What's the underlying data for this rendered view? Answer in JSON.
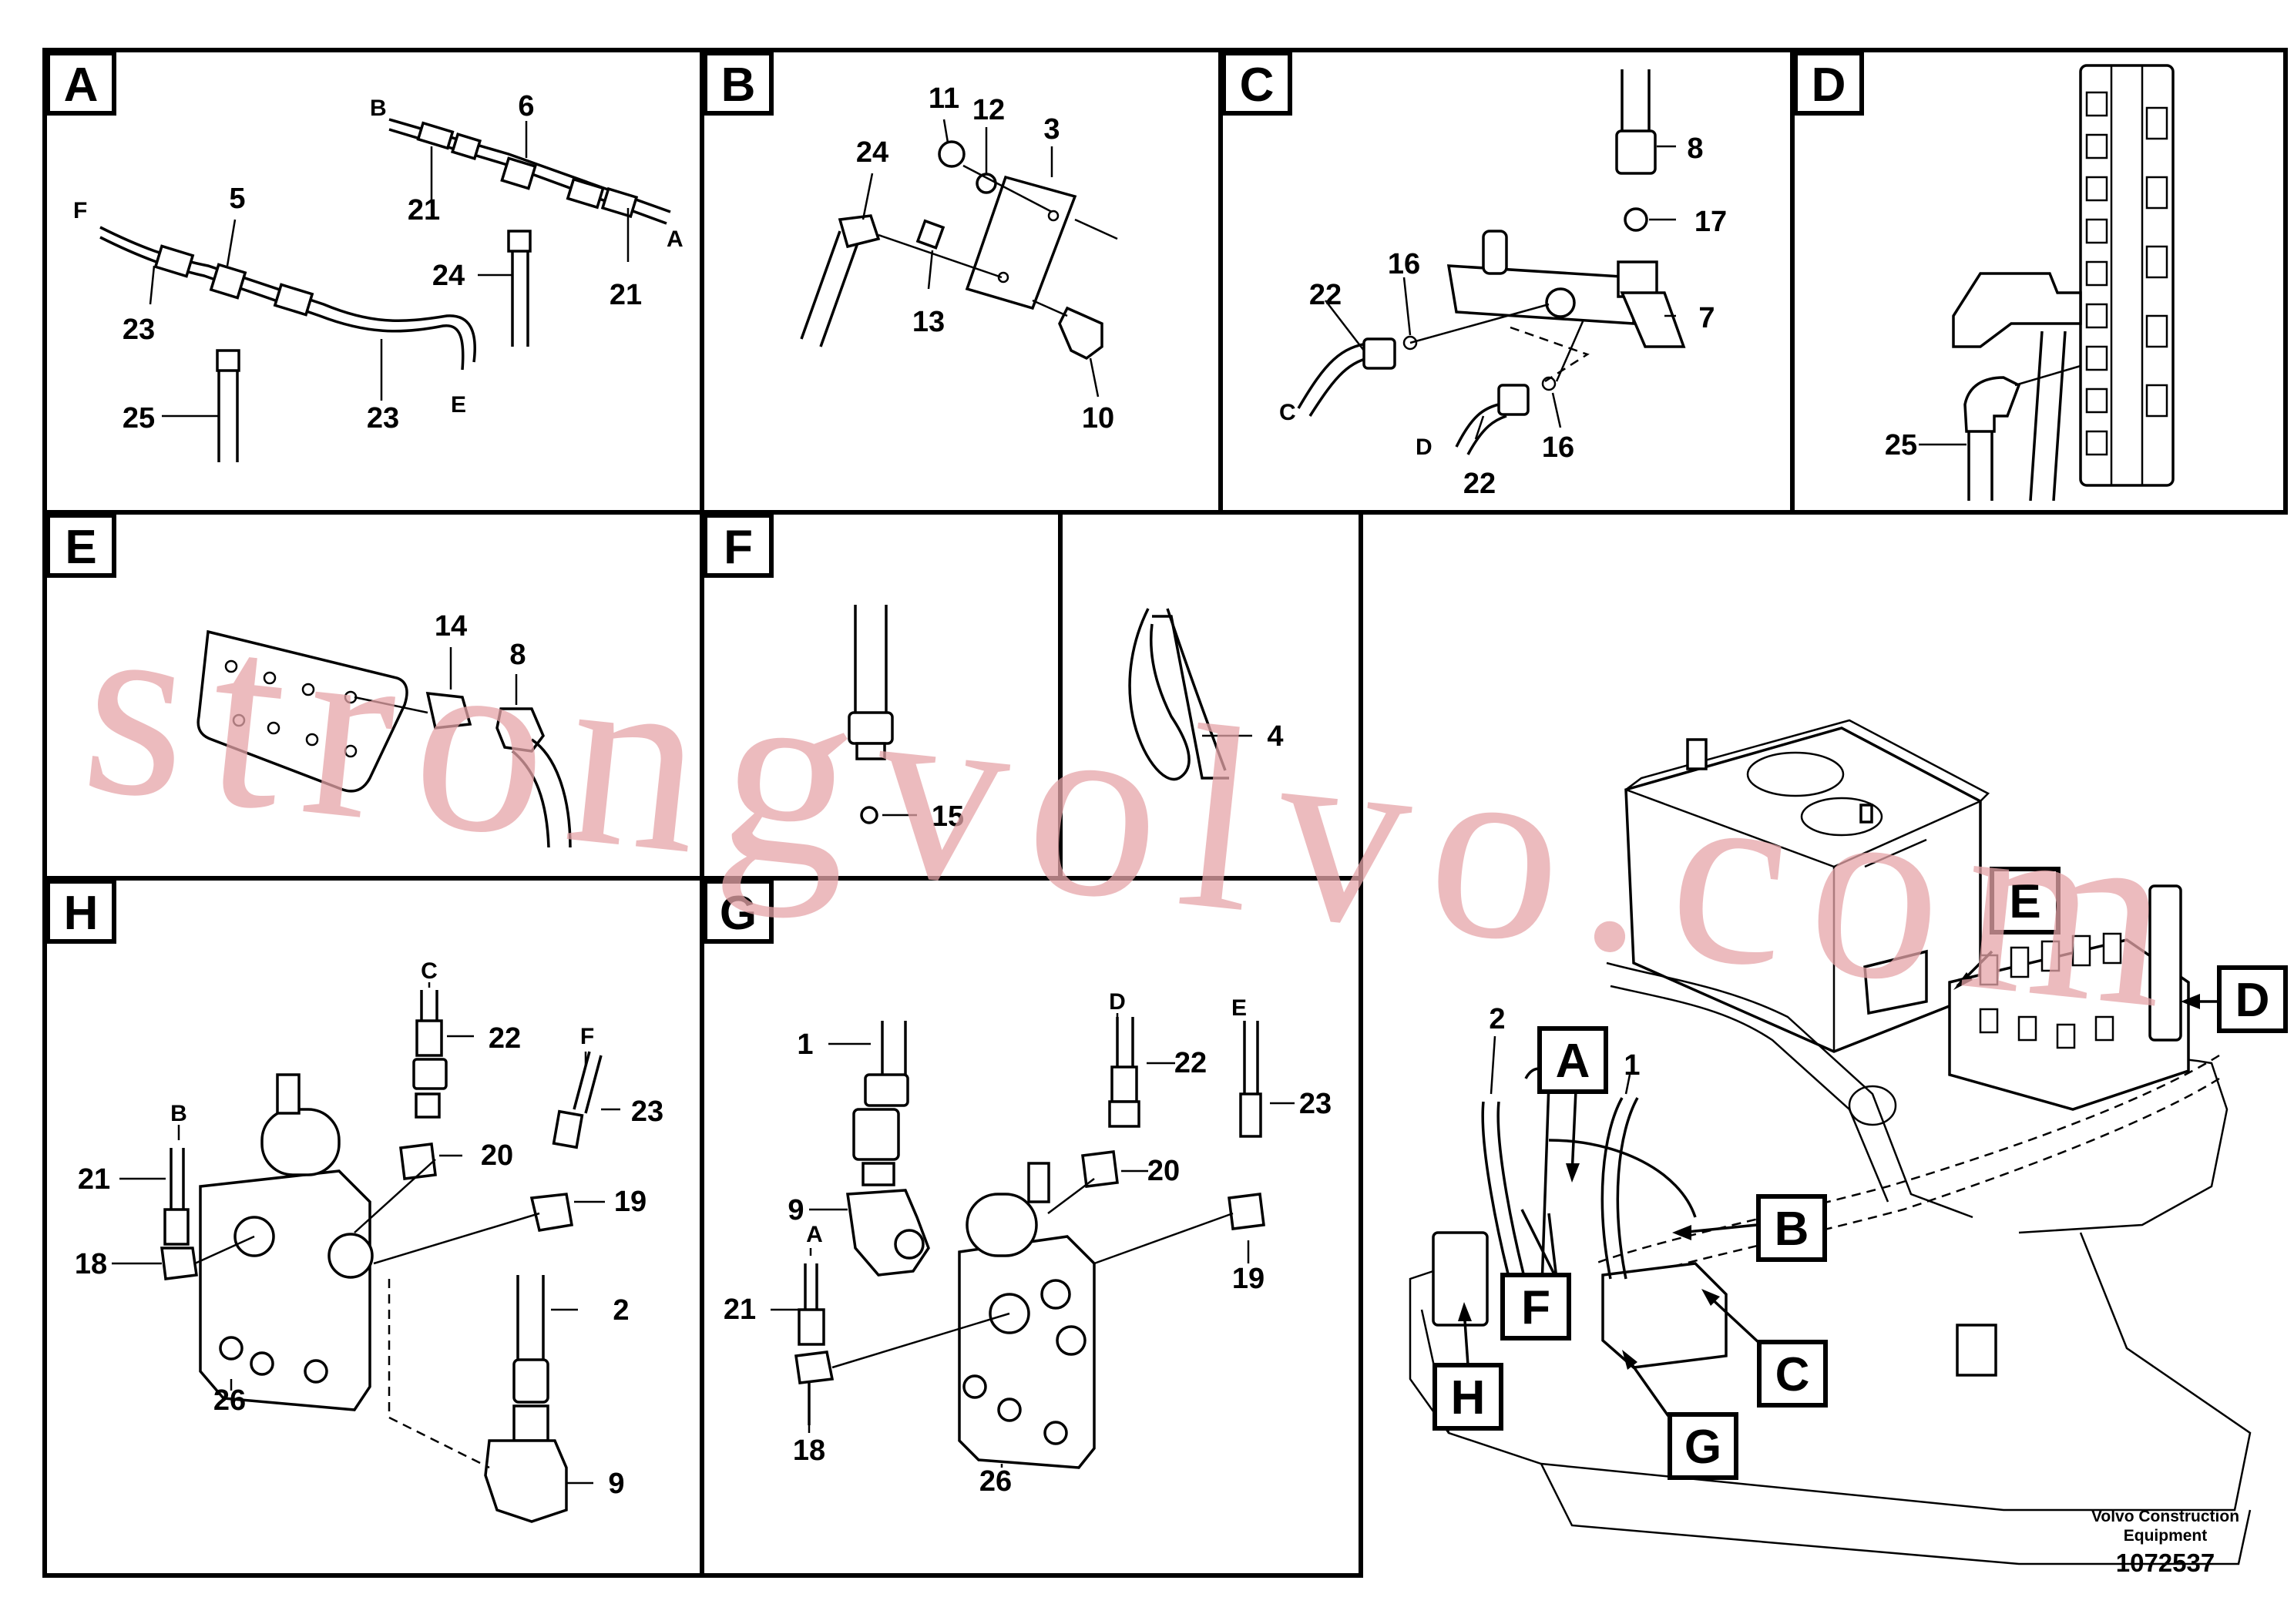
{
  "panels": [
    {
      "id": "A",
      "letter": "A"
    },
    {
      "id": "B",
      "letter": "B"
    },
    {
      "id": "C",
      "letter": "C"
    },
    {
      "id": "D",
      "letter": "D"
    },
    {
      "id": "E",
      "letter": "E"
    },
    {
      "id": "F",
      "letter": "F"
    },
    {
      "id": "H",
      "letter": "H"
    },
    {
      "id": "G",
      "letter": "G"
    }
  ],
  "callouts": {
    "A": [
      "B",
      "6",
      "F",
      "5",
      "21",
      "24",
      "A",
      "21",
      "23",
      "25",
      "23",
      "E"
    ],
    "B": [
      "11",
      "12",
      "3",
      "24",
      "13",
      "10"
    ],
    "C": [
      "8",
      "17",
      "16",
      "22",
      "7",
      "C",
      "D",
      "22",
      "16"
    ],
    "D": [
      "25"
    ],
    "E": [
      "14",
      "8"
    ],
    "F": [
      "15"
    ],
    "tie": [
      "4"
    ],
    "H": [
      "C",
      "22",
      "F",
      "23",
      "B",
      "20",
      "21",
      "19",
      "18",
      "2",
      "26",
      "9"
    ],
    "G": [
      "1",
      "D",
      "22",
      "E",
      "23",
      "20",
      "9",
      "19",
      "A",
      "21",
      "18",
      "26"
    ],
    "overview": [
      "2",
      "1"
    ]
  },
  "overview_markers": [
    "E",
    "D",
    "A",
    "B",
    "F",
    "C",
    "H",
    "G"
  ],
  "watermark": "strongvolvo.com",
  "credit": {
    "line1": "Volvo Construction",
    "line2": "Equipment",
    "number": "1072537"
  }
}
